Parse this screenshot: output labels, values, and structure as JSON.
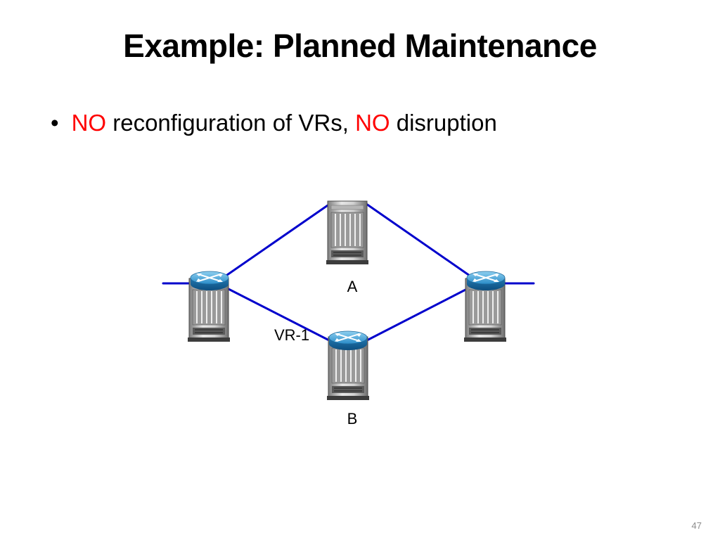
{
  "slide": {
    "title": "Example: Planned Maintenance",
    "page_number": "47"
  },
  "bullet": {
    "parts": [
      {
        "text": "NO",
        "color": "#ff0000"
      },
      {
        "text": " reconfiguration of VRs, ",
        "color": "#000000"
      },
      {
        "text": "NO",
        "color": "#ff0000"
      },
      {
        "text": " disruption",
        "color": "#000000"
      }
    ]
  },
  "diagram": {
    "link_color": "#0000cc",
    "labels": {
      "node_a": "A",
      "node_b": "B",
      "virtual_router": "VR-1"
    },
    "nodes": [
      {
        "id": "left",
        "icon": "router-with-chassis-icon"
      },
      {
        "id": "a",
        "icon": "router-chassis-icon"
      },
      {
        "id": "b",
        "icon": "router-with-chassis-icon"
      },
      {
        "id": "right",
        "icon": "router-with-chassis-icon"
      }
    ],
    "links": [
      {
        "from": "left",
        "to": "a"
      },
      {
        "from": "a",
        "to": "right"
      },
      {
        "from": "left",
        "to": "b"
      },
      {
        "from": "b",
        "to": "right"
      }
    ]
  }
}
